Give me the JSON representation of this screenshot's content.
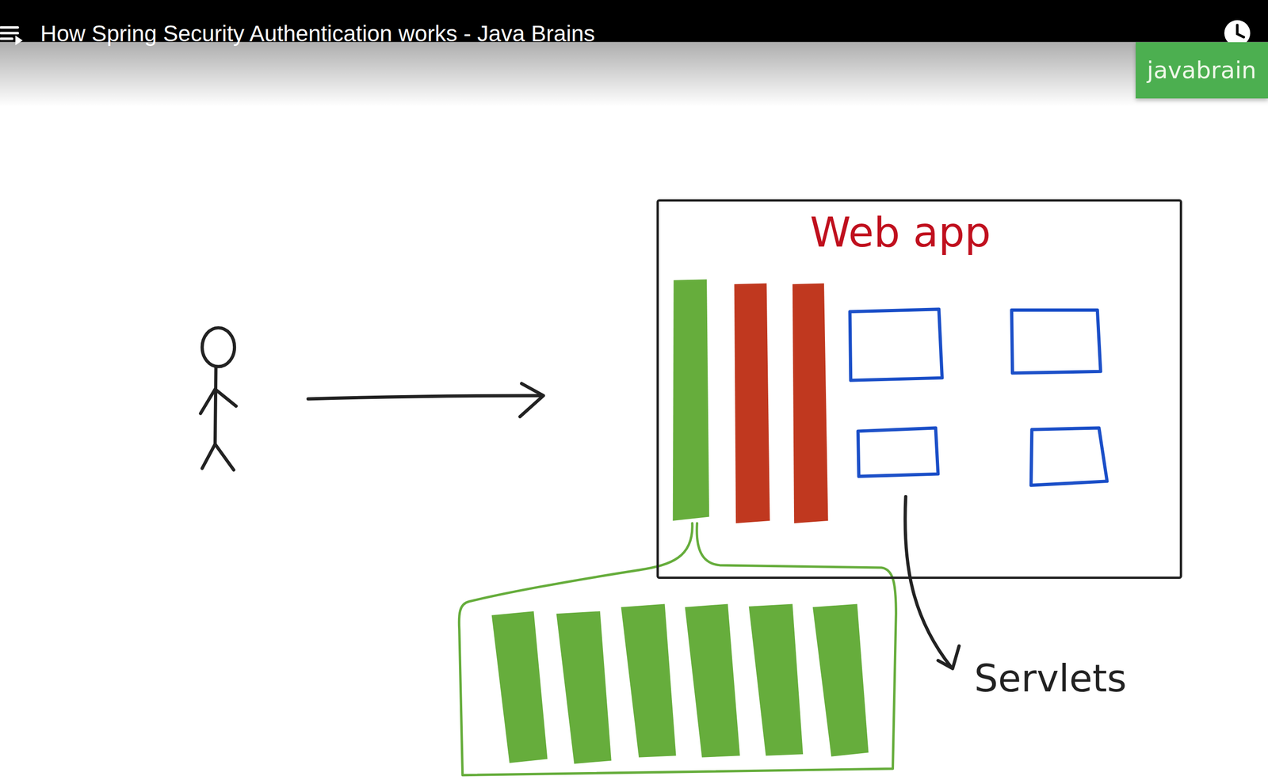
{
  "diagram": {
    "title": "How Spring Security Authentication works - Java Brains",
    "nodes": [
      {
        "text": [
          "javabrain"
        ]
      },
      {
        "text": [
          "Web app"
        ]
      }
    ],
    "labels": [
      "Servlets"
    ]
  }
}
